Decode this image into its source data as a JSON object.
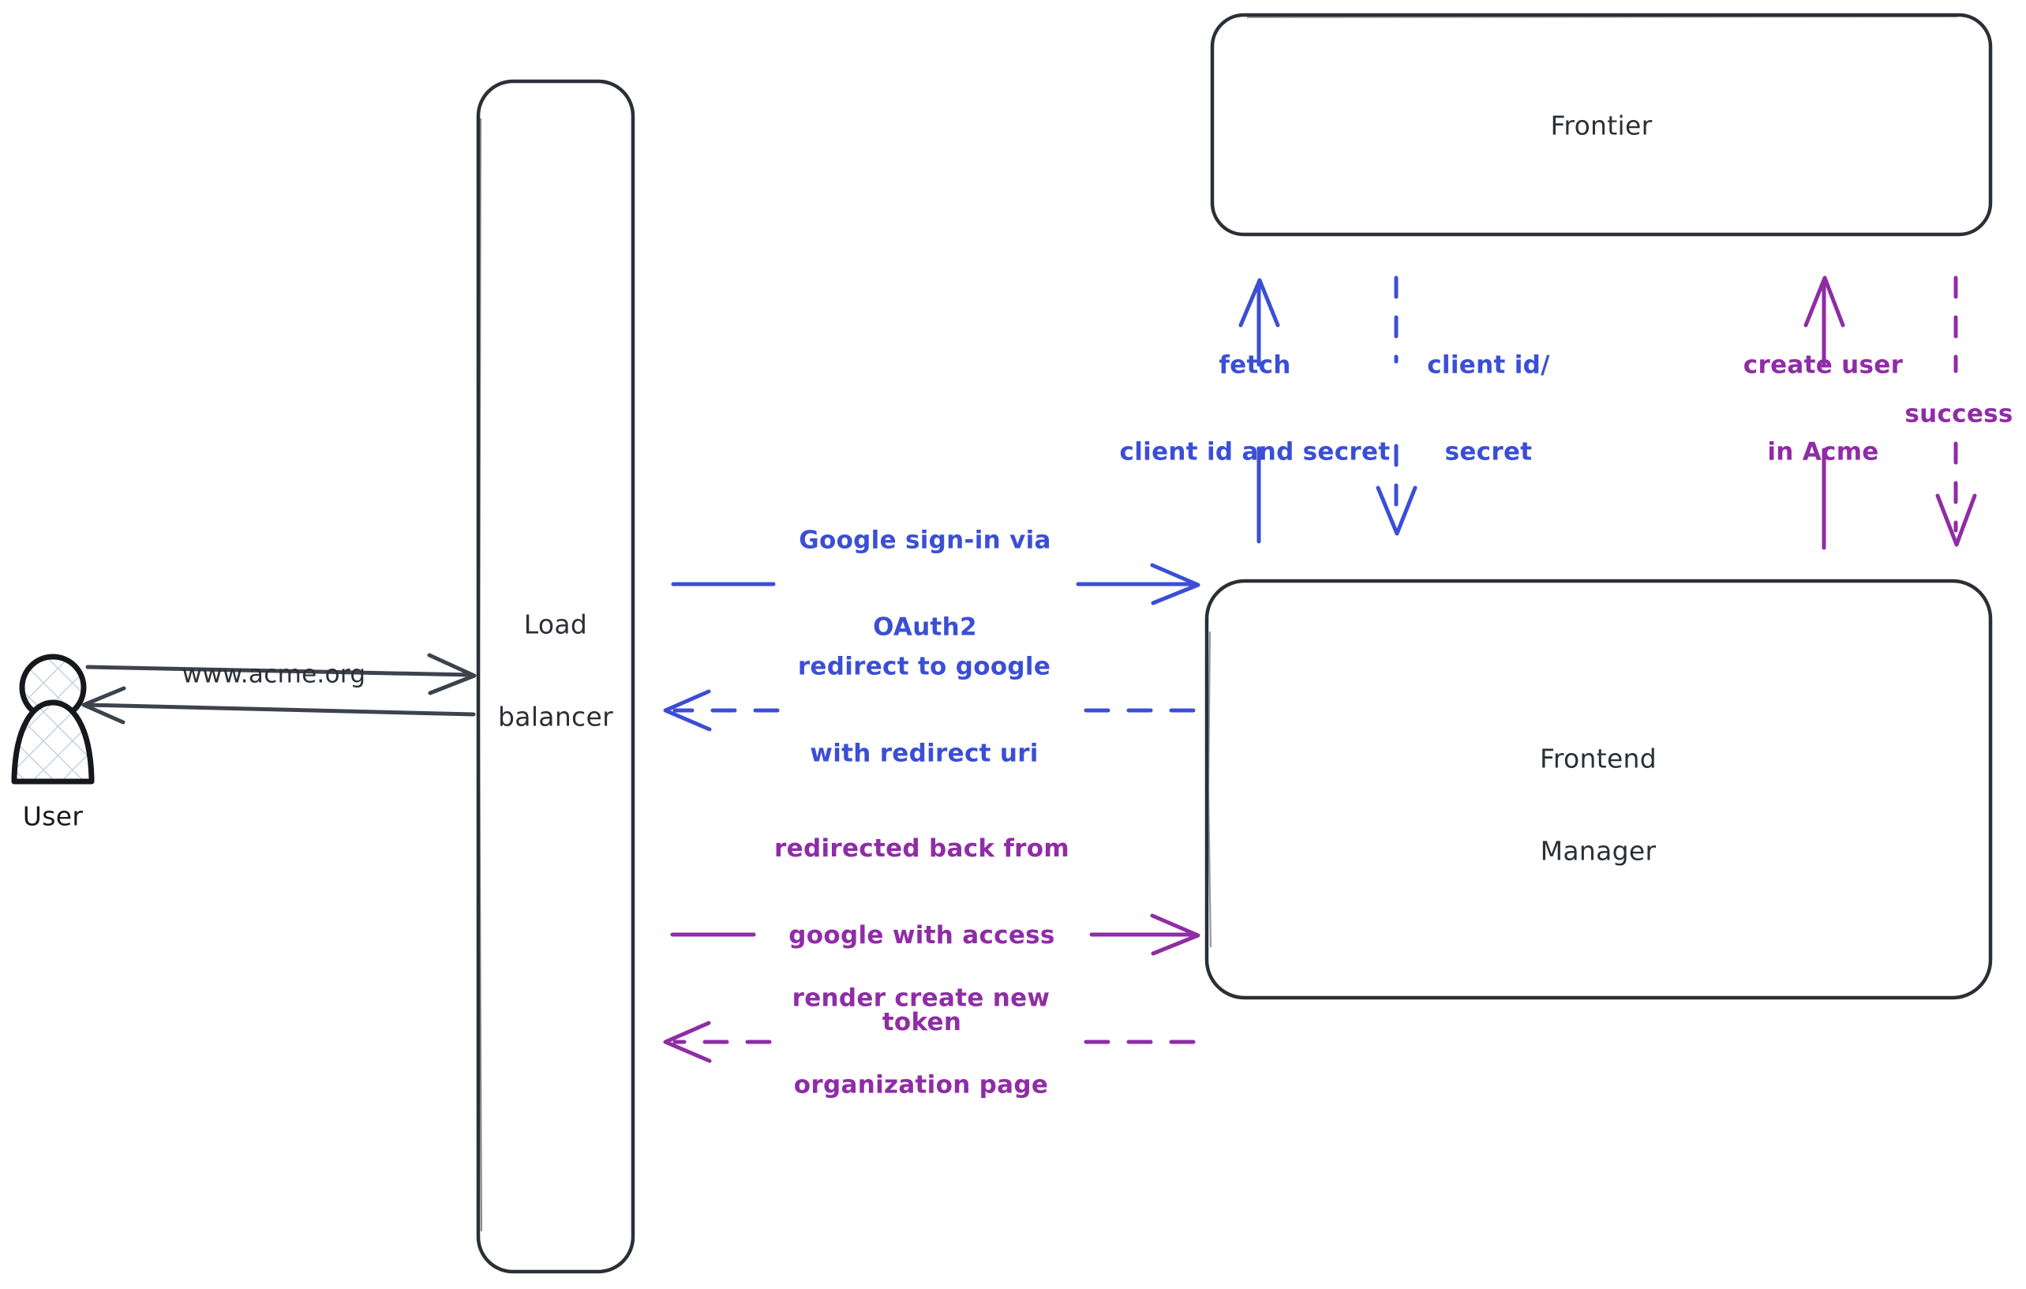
{
  "diagram": {
    "type": "sequence-architecture-flow",
    "title": "Google OAuth2 sign-in flow",
    "colors": {
      "stroke_dark": "#2b2f36",
      "blue": "#3b4fd4",
      "purple": "#8f2ca6",
      "background": "#ffffff"
    }
  },
  "actors": [
    {
      "id": "user",
      "name": "user-actor",
      "label": "User",
      "shape": "person-figure-hatched"
    }
  ],
  "nodes": [
    {
      "id": "load_balancer",
      "name": "load-balancer-node",
      "label": "Load\nbalancer",
      "line1": "Load",
      "line2": "balancer",
      "shape": "rounded-rectangle-tall"
    },
    {
      "id": "frontier",
      "name": "frontier-node",
      "label": "Frontier",
      "shape": "rounded-rectangle"
    },
    {
      "id": "frontend_manager",
      "name": "frontend-manager-node",
      "label": "Frontend\nManager",
      "line1": "Frontend",
      "line2": "Manager",
      "shape": "rounded-rectangle"
    }
  ],
  "edges": [
    {
      "id": "e1",
      "name": "edge-user-to-load-balancer",
      "label": "www.acme.org",
      "from": "user",
      "to": "load_balancer",
      "style": "solid",
      "direction": "right",
      "color": "#2b2f36"
    },
    {
      "id": "e2",
      "name": "edge-load-balancer-to-user",
      "label": "",
      "from": "load_balancer",
      "to": "user",
      "style": "solid",
      "direction": "left",
      "color": "#2b2f36"
    },
    {
      "id": "e3",
      "name": "edge-google-signin-via-oauth2",
      "label": "Google sign-in via\nOAuth2",
      "line1": "Google sign-in via",
      "line2": "OAuth2",
      "from": "load_balancer",
      "to": "frontend_manager",
      "style": "solid",
      "direction": "right",
      "color": "#3b4fd4"
    },
    {
      "id": "e4",
      "name": "edge-redirect-to-google",
      "label": "redirect to google\nwith redirect uri",
      "line1": "redirect to google",
      "line2": "with redirect uri",
      "from": "frontend_manager",
      "to": "load_balancer",
      "style": "dashed",
      "direction": "left",
      "color": "#3b4fd4"
    },
    {
      "id": "e5",
      "name": "edge-fetch-client-id-and-secret",
      "label": "fetch\nclient id and secret",
      "line1": "fetch",
      "line2": "client id and secret",
      "from": "frontend_manager",
      "to": "frontier",
      "style": "solid",
      "direction": "up",
      "color": "#3b4fd4"
    },
    {
      "id": "e6",
      "name": "edge-client-id-secret",
      "label": "client id/\nsecret",
      "line1": "client id/",
      "line2": "secret",
      "from": "frontier",
      "to": "frontend_manager",
      "style": "dashed",
      "direction": "down",
      "color": "#3b4fd4"
    },
    {
      "id": "e7",
      "name": "edge-create-user-in-acme",
      "label": "create user\nin Acme",
      "line1": "create user",
      "line2": "in Acme",
      "from": "frontend_manager",
      "to": "frontier",
      "style": "solid",
      "direction": "up",
      "color": "#8f2ca6"
    },
    {
      "id": "e8",
      "name": "edge-success",
      "label": "success",
      "line1": "success",
      "line2": "",
      "from": "frontier",
      "to": "frontend_manager",
      "style": "dashed",
      "direction": "down",
      "color": "#8f2ca6"
    },
    {
      "id": "e9",
      "name": "edge-redirected-back-from-google",
      "label": "redirected back from\ngoogle with access\ntoken",
      "line1": "redirected back from",
      "line2": "google with access",
      "line3": "token",
      "from": "load_balancer",
      "to": "frontend_manager",
      "style": "solid",
      "direction": "right",
      "color": "#8f2ca6"
    },
    {
      "id": "e10",
      "name": "edge-render-create-new-organization-page",
      "label": "render create new\norganization page",
      "line1": "render create new",
      "line2": "organization page",
      "from": "frontend_manager",
      "to": "load_balancer",
      "style": "dashed",
      "direction": "left",
      "color": "#8f2ca6"
    }
  ]
}
